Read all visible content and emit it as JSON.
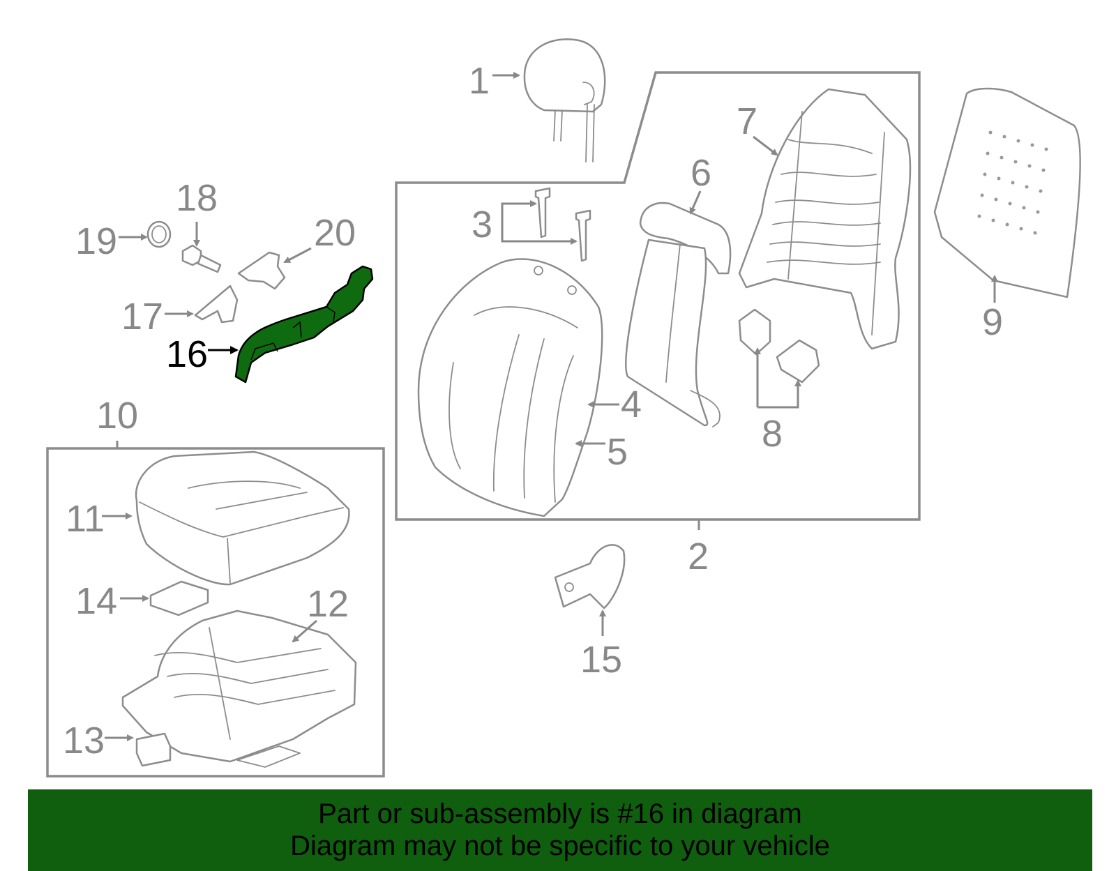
{
  "diagram": {
    "highlighted_part": "16",
    "highlight_color": "#0f6b0f",
    "callouts": [
      {
        "id": "1",
        "label": "1"
      },
      {
        "id": "2",
        "label": "2"
      },
      {
        "id": "3",
        "label": "3"
      },
      {
        "id": "4",
        "label": "4"
      },
      {
        "id": "5",
        "label": "5"
      },
      {
        "id": "6",
        "label": "6"
      },
      {
        "id": "7",
        "label": "7"
      },
      {
        "id": "8",
        "label": "8"
      },
      {
        "id": "9",
        "label": "9"
      },
      {
        "id": "10",
        "label": "10"
      },
      {
        "id": "11",
        "label": "11"
      },
      {
        "id": "12",
        "label": "12"
      },
      {
        "id": "13",
        "label": "13"
      },
      {
        "id": "14",
        "label": "14"
      },
      {
        "id": "15",
        "label": "15"
      },
      {
        "id": "16",
        "label": "16"
      },
      {
        "id": "17",
        "label": "17"
      },
      {
        "id": "18",
        "label": "18"
      },
      {
        "id": "19",
        "label": "19"
      },
      {
        "id": "20",
        "label": "20"
      }
    ]
  },
  "banner": {
    "line1": "Part or sub-assembly is #16 in diagram",
    "line2": "Diagram may not be specific to your vehicle",
    "background_color": "#0f5f0f"
  }
}
